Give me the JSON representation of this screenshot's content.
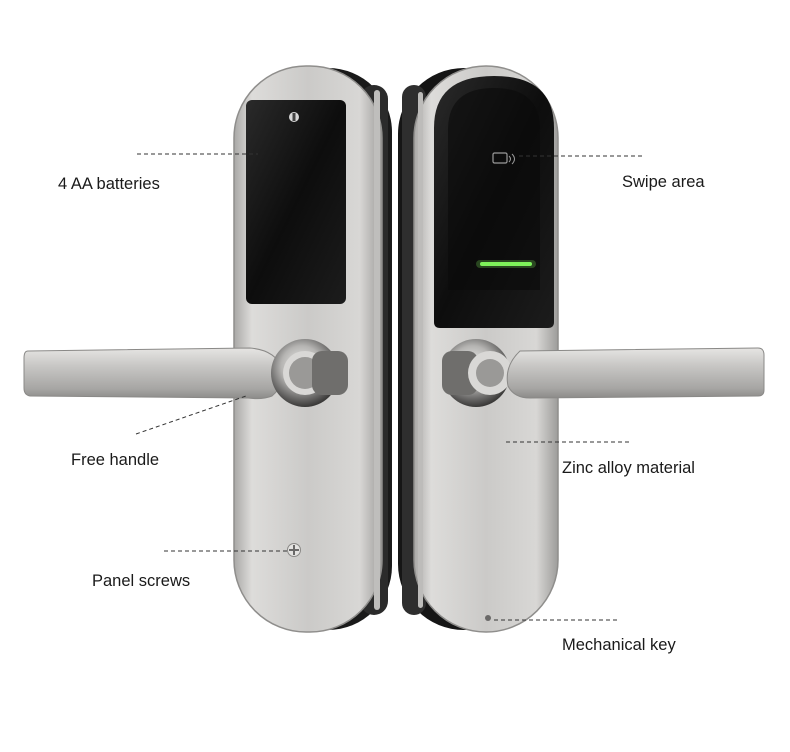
{
  "labels": {
    "batteries": "4 AA batteries",
    "free_handle": "Free handle",
    "panel_screws": "Panel screws",
    "swipe_area": "Swipe area",
    "zinc_alloy": "Zinc alloy material",
    "mechanical_key": "Mechanical key"
  },
  "colors": {
    "background": "#ffffff",
    "metal": "#cfcecc",
    "panel_dark": "#111111",
    "indicator_green": "#7ef25a",
    "leader_line": "#333333"
  }
}
